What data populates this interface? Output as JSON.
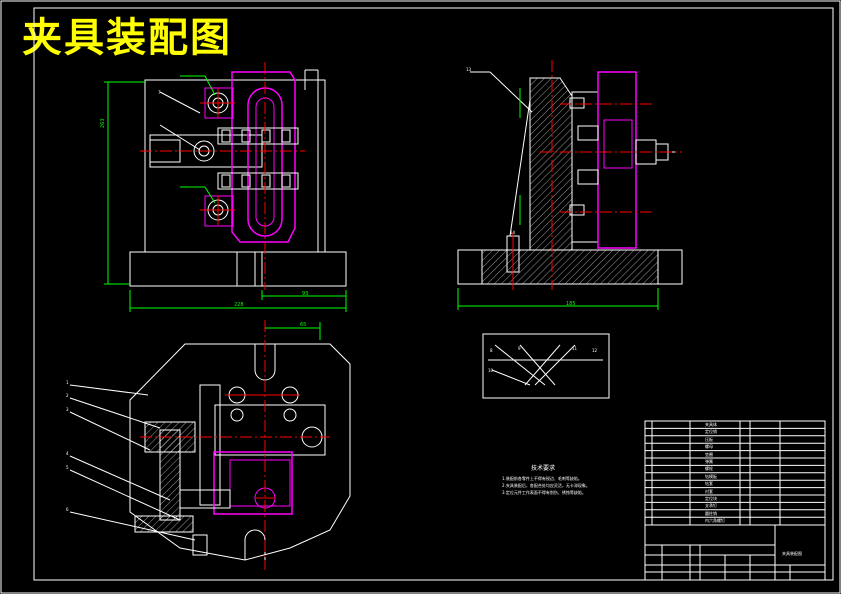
{
  "drawing": {
    "title": "夹具装配图",
    "colors": {
      "background": "#000000",
      "outline": "#ffffff",
      "part": "#ff00ff",
      "centerline": "#ff0000",
      "dimension": "#00ff00",
      "title": "#ffff00"
    }
  },
  "dimensions": {
    "front_height": "263",
    "front_width": "228",
    "front_half": "93",
    "side_width": "185",
    "plan_width": "65"
  },
  "technical_requirements": {
    "title": "技术要求",
    "items": [
      "1.装配前各零件上不得有锐边、毛刺等缺陷。",
      "2.夹具装配后，各配合处均应灵活，无卡滞现象。",
      "3.定位元件工作表面不得有划伤、锈蚀等缺陷。"
    ]
  },
  "balloons": [
    "1",
    "2",
    "3",
    "4",
    "5",
    "6",
    "7",
    "8",
    "9",
    "10",
    "11",
    "12",
    "13",
    "14"
  ],
  "parts_table": [
    "夹具体",
    "定位销",
    "压板",
    "螺母",
    "垫圈",
    "弹簧",
    "螺栓",
    "钻模板",
    "钻套",
    "衬套",
    "定位块",
    "支承钉",
    "圆柱销",
    "内六角螺钉"
  ],
  "title_block": {
    "name": "夹具装配图"
  }
}
